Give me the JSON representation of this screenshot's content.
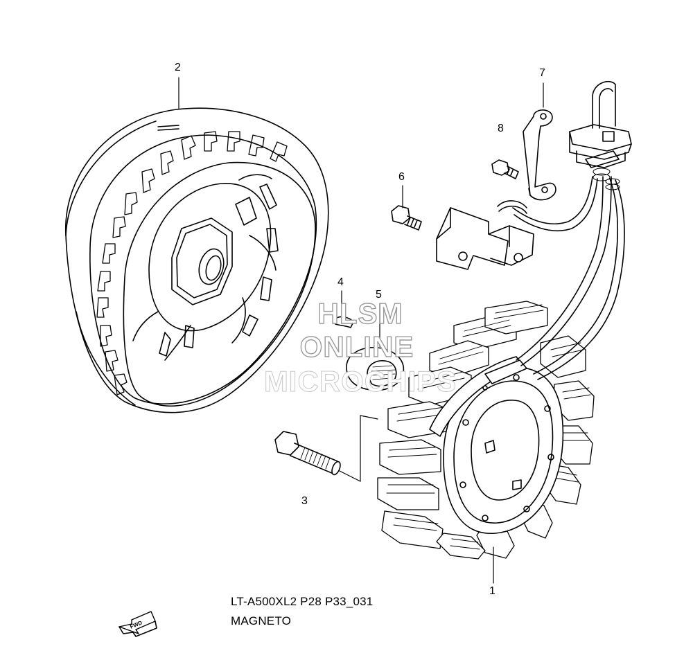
{
  "parts": [
    {
      "number": "1",
      "name": "stator-coil"
    },
    {
      "number": "2",
      "name": "flywheel-rotor"
    },
    {
      "number": "3",
      "name": "bolt"
    },
    {
      "number": "4",
      "name": "woodruff-key"
    },
    {
      "number": "5",
      "name": "starter-gear"
    },
    {
      "number": "6",
      "name": "screw"
    },
    {
      "number": "7",
      "name": "wire-clamp"
    },
    {
      "number": "8",
      "name": "screw-small"
    }
  ],
  "callouts": {
    "p1": "1",
    "p2": "2",
    "p3": "3",
    "p4": "4",
    "p5": "5",
    "p6": "6",
    "p7": "7",
    "p8": "8"
  },
  "watermark": {
    "line1": "HLSM",
    "line2": "ONLINE",
    "line3": "MICROCHIPS"
  },
  "caption": {
    "model": "LT-A500XL2 P28 P33_031",
    "section": "MAGNETO"
  },
  "fwd_icon": {
    "label": "FWD",
    "icon": "forward-arrow-icon"
  }
}
